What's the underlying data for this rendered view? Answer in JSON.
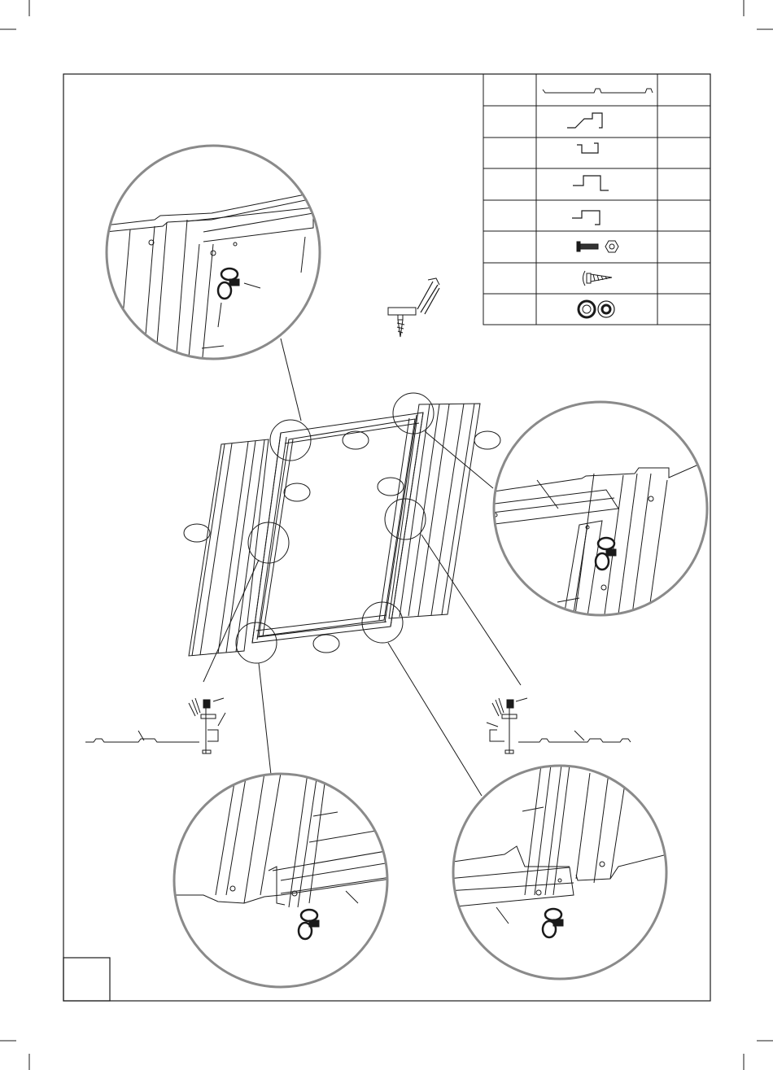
{
  "page": {
    "kind": "assembly-instruction-diagram",
    "background": "#ffffff",
    "line_color": "#1a1a1a",
    "callout_circle_color": "#8a8a8a"
  },
  "parts_table": {
    "rows": [
      {
        "icon": "wall-panel-profile-icon"
      },
      {
        "icon": "z-profile-icon"
      },
      {
        "icon": "small-z-profile-icon"
      },
      {
        "icon": "hat-profile-icon"
      },
      {
        "icon": "top-hat-profile-icon"
      },
      {
        "icon": "bolt-and-nut-icon"
      },
      {
        "icon": "self-tapping-screw-icon"
      },
      {
        "icon": "washers-icon"
      }
    ]
  },
  "callouts": [
    {
      "name": "detail-top-left"
    },
    {
      "name": "detail-top-right"
    },
    {
      "name": "detail-bottom-left"
    },
    {
      "name": "detail-bottom-right"
    }
  ]
}
